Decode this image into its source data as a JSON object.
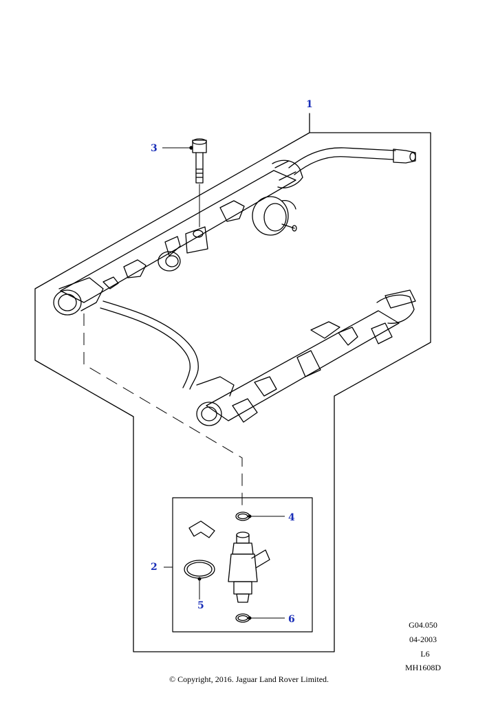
{
  "diagram": {
    "callouts": [
      "1",
      "2",
      "3",
      "4",
      "5",
      "6"
    ],
    "drawing_info": [
      "G04.050",
      "04-2003",
      "L6",
      "MH1608D"
    ],
    "copyright": "© Copyright, 2016. Jaguar Land Rover Limited.",
    "colors": {
      "callout": "#1a2fb8",
      "line": "#000000"
    }
  }
}
